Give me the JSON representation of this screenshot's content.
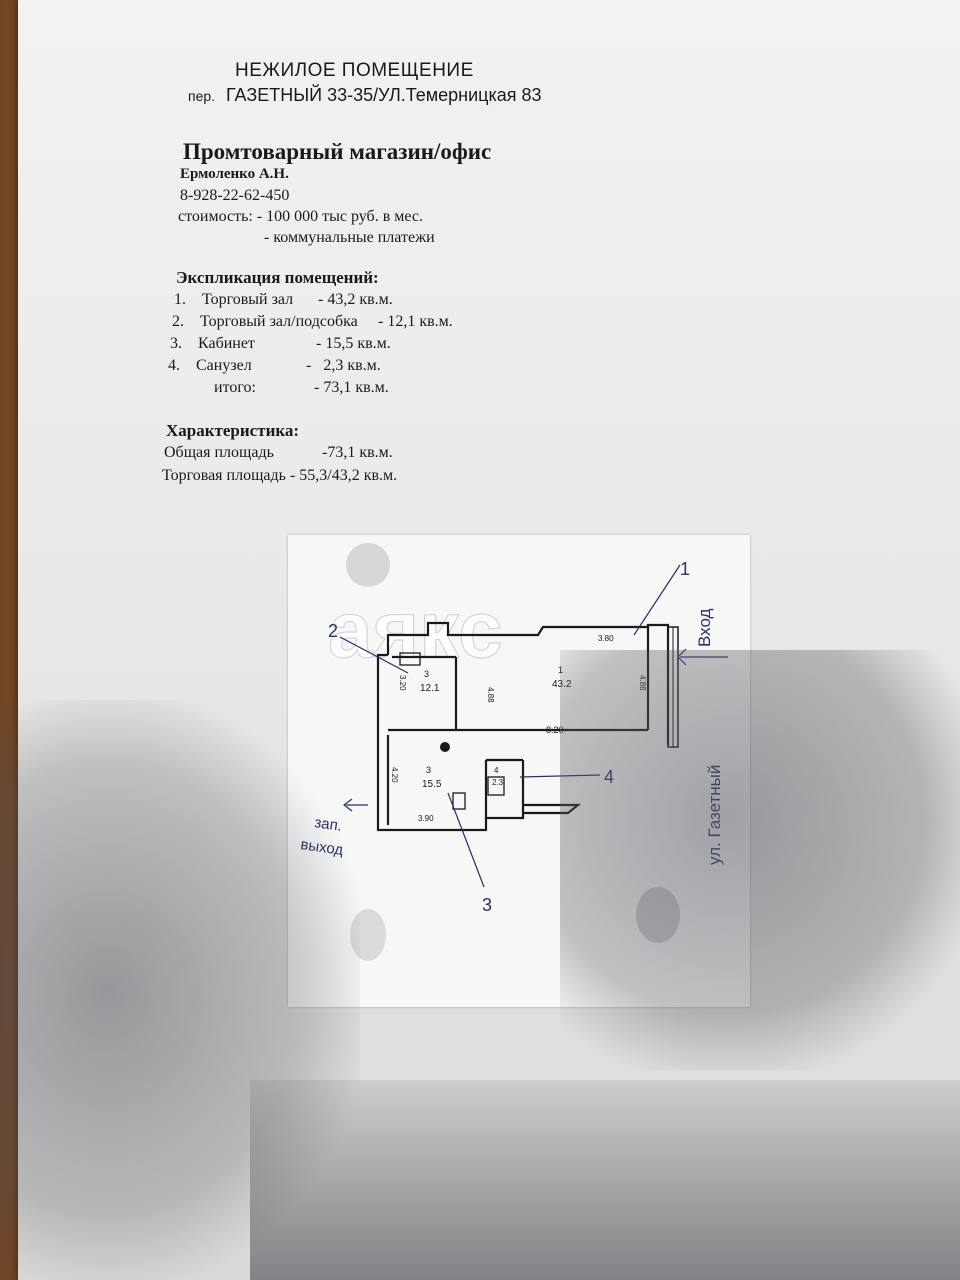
{
  "header": {
    "title": "НЕЖИЛОЕ ПОМЕЩЕНИЕ",
    "address_prefix": "пер.",
    "address": "ГАЗЕТНЫЙ 33-35/УЛ.Темерницкая 83"
  },
  "listing": {
    "heading": "Промтоварный магазин/офис",
    "contact_name": "Ермоленко А.Н.",
    "phone": "8-928-22-62-450",
    "cost_line_1": "стоимость: - 100 000 тыс руб. в мес.",
    "cost_line_2": "- коммунальные платежи"
  },
  "explication": {
    "heading": "Экспликация помещений:",
    "items": [
      {
        "num": "1.",
        "name": "Торговый зал",
        "area": "- 43,2 кв.м."
      },
      {
        "num": "2.",
        "name": "Торговый зал/подсобка",
        "area": "- 12,1 кв.м."
      },
      {
        "num": "3.",
        "name": "Кабинет",
        "area": "- 15,5 кв.м."
      },
      {
        "num": "4.",
        "name": "Санузел",
        "area": "-   2,3 кв.м."
      }
    ],
    "total_label": "итого:",
    "total_value": "- 73,1 кв.м."
  },
  "characteristics": {
    "heading": "Характеристика:",
    "total_area_label": "Общая площадь",
    "total_area_value": "-73,1 кв.м.",
    "trade_area": "Торговая площадь - 55,3/43,2 кв.м."
  },
  "plan": {
    "room_1_num": "1",
    "room_1_area": "43.2",
    "room_2_num": "3",
    "room_2_area": "12.1",
    "room_3_num": "3",
    "room_3_area": "15.5",
    "room_4_num": "4",
    "room_4_area": "2.3",
    "dim_a": "8.20",
    "dim_b": "4.88",
    "dim_c": "3.80",
    "dim_d": "4.20",
    "dim_e": "3.90",
    "dim_f": "3.20",
    "callout_1": "1",
    "callout_2": "2",
    "callout_3": "3",
    "callout_4": "4",
    "entrance_label": "Вход",
    "street_label": "ул. Газетный",
    "exit_label_1": "зап.",
    "exit_label_2": "выход",
    "watermark": "аякс"
  },
  "colors": {
    "ink": "#1a1a1a",
    "pen": "#2b2f6b",
    "paper": "#f2f2f0",
    "table": "#8a5a30"
  }
}
